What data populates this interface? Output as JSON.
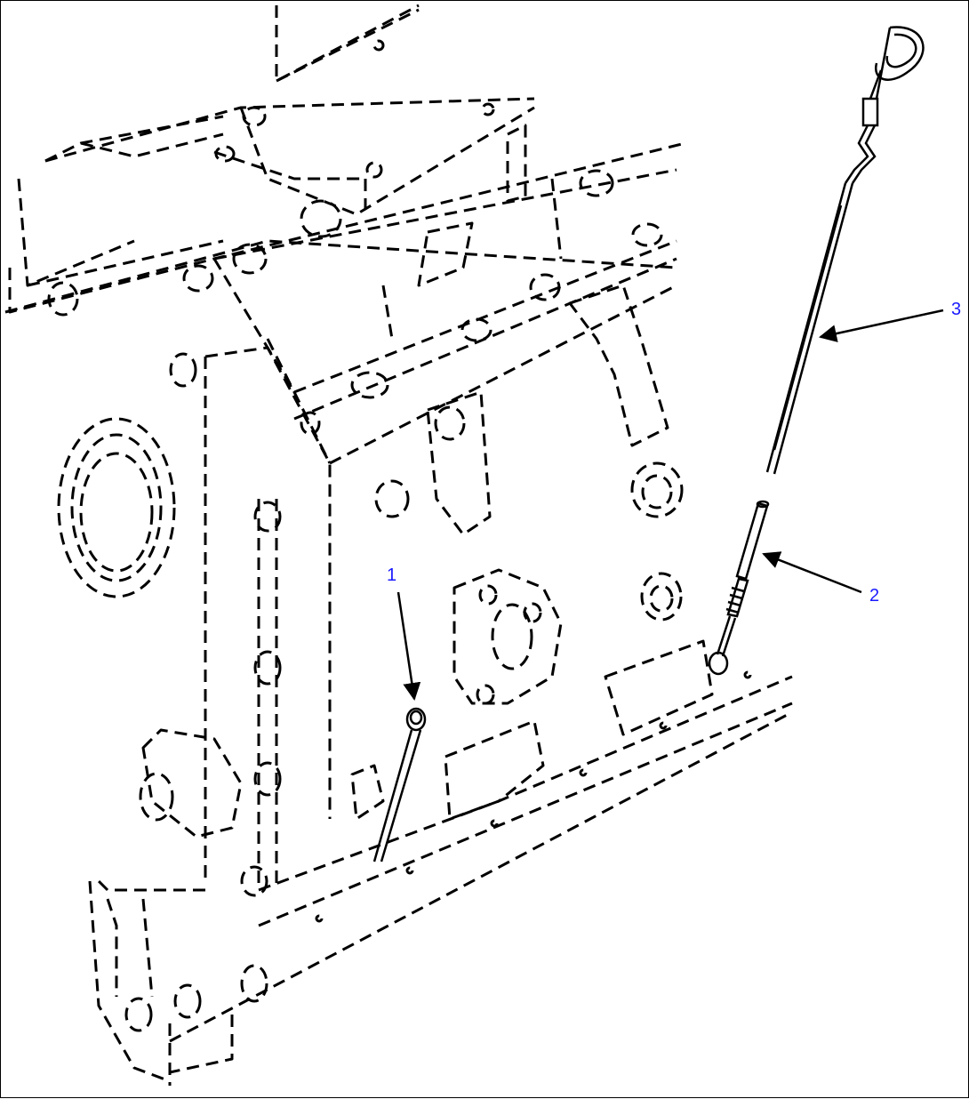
{
  "callouts": [
    {
      "label": "1",
      "part": "plug"
    },
    {
      "label": "2",
      "part": "dipstick tube"
    },
    {
      "label": "3",
      "part": "dipstick"
    }
  ],
  "colors": {
    "line": "#000000",
    "callout_text": "#1a1aff",
    "background": "#ffffff"
  }
}
